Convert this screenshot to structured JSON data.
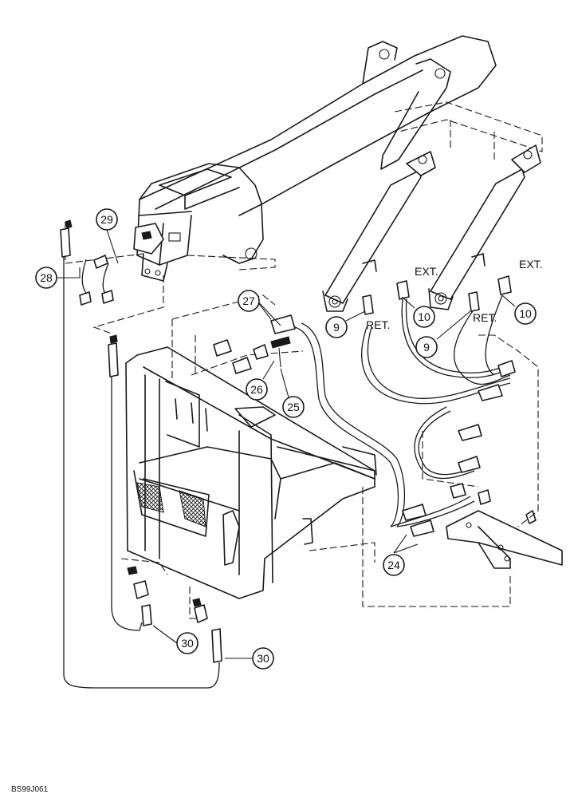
{
  "diagram": {
    "callouts": {
      "c28": "28",
      "c29": "29",
      "c27": "27",
      "c26": "26",
      "c25": "25",
      "c9a": "9",
      "c10a": "10",
      "c9b": "9",
      "c10b": "10",
      "c24": "24",
      "c30a": "30",
      "c30b": "30"
    },
    "labels": {
      "ret_left": "RET.",
      "ext_left": "EXT.",
      "ret_right": "RET.",
      "ext_right": "EXT."
    },
    "figure_code": "BS99J061"
  }
}
